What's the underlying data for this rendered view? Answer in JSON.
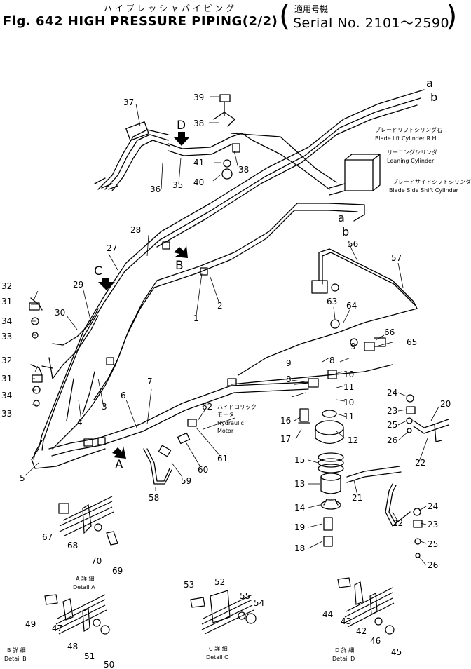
{
  "header": {
    "title_jp": "ハ イ ブ レ ッ シ ャ パ イ ピ ン グ",
    "title_en": "Fig. 642 HIGH PRESSURE PIPING(2/2)",
    "serial_jp": "適用号機",
    "serial_en": "Serial No. 2101～2590"
  },
  "callouts": {
    "a_top": "a",
    "b_top": "b",
    "a_mid": "a",
    "b_mid": "b",
    "view_B": "B",
    "view_C": "C",
    "view_D": "D",
    "view_A": "A"
  },
  "labels": {
    "blade_lift_jp": "ブレードリフトシリンダ右",
    "blade_lift_en": "Blade lift Cylinder R.H",
    "leaning_jp": "リーニングシリンダ",
    "leaning_en": "Leaning Cylinder",
    "side_shift_jp": "ブレードサイドシフトシリンダ",
    "side_shift_en": "Blade Side Shift Cylinder",
    "motor_jp1": "ハイドロリック",
    "motor_jp2": "モータ",
    "motor_en1": "Hydraulic",
    "motor_en2": "Motor"
  },
  "details": {
    "A": {
      "jp": "A 詳 細",
      "en": "Detail A"
    },
    "B": {
      "jp": "B 詳 細",
      "en": "Detail B"
    },
    "C": {
      "jp": "C 詳 細",
      "en": "Detail C"
    },
    "D": {
      "jp": "D 詳 細",
      "en": "Detail D"
    }
  },
  "part_numbers": [
    "1",
    "2",
    "3",
    "4",
    "5",
    "6",
    "7",
    "8",
    "9",
    "10",
    "11",
    "12",
    "13",
    "14",
    "15",
    "16",
    "17",
    "18",
    "19",
    "20",
    "21",
    "22",
    "23",
    "24",
    "25",
    "26",
    "27",
    "28",
    "29",
    "30",
    "31",
    "32",
    "33",
    "34",
    "35",
    "36",
    "37",
    "38",
    "39",
    "40",
    "41",
    "42",
    "43",
    "44",
    "45",
    "46",
    "47",
    "48",
    "49",
    "50",
    "51",
    "52",
    "53",
    "54",
    "55",
    "56",
    "57",
    "58",
    "59",
    "60",
    "61",
    "62",
    "63",
    "64",
    "65",
    "66",
    "67",
    "68",
    "69",
    "70"
  ]
}
